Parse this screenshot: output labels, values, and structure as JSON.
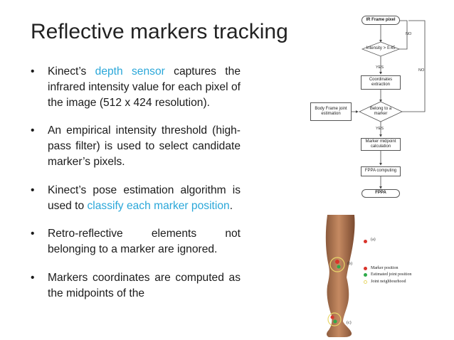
{
  "slide": {
    "title": "Reflective markers tracking"
  },
  "bullets": [
    {
      "parts": [
        {
          "text": "Kinect’s ",
          "highlight": false
        },
        {
          "text": "depth sensor",
          "highlight": true
        },
        {
          "text": " captures the infrared intensity value for each pixel of the image (512 x 424 resolution).",
          "highlight": false
        }
      ]
    },
    {
      "parts": [
        {
          "text": "An empirical intensity threshold (high-pass filter) is used to select candidate marker’s pixels.",
          "highlight": false
        }
      ]
    },
    {
      "parts": [
        {
          "text": "Kinect’s pose estimation algorithm is used to ",
          "highlight": false
        },
        {
          "text": "classify each marker position",
          "highlight": true
        },
        {
          "text": ".",
          "highlight": false
        }
      ]
    },
    {
      "parts": [
        {
          "text": "Retro-reflective elements not belonging to a marker are ignored.",
          "highlight": false
        }
      ]
    },
    {
      "parts": [
        {
          "text": "Markers coordinates are computed as the midpoints of the",
          "highlight": false
        }
      ]
    }
  ],
  "bullet_symbol": "•",
  "flowchart": {
    "start": "IR Frame pixel",
    "decision1": "Intensity > 0.45",
    "yes1": "YES",
    "no1": "NO",
    "no2": "NO",
    "step_coordinates": "Coordinates extraction",
    "side_input": "Body Frame joint estimation",
    "decision2": "Belong to a marker",
    "yes2": "YES",
    "step_midpoint": "Marker midpoint calculation",
    "step_fppa": "FPPA computing",
    "end": "FPPA"
  },
  "figure": {
    "legend": [
      {
        "text": "Marker position",
        "color": "#d9342b"
      },
      {
        "text": "Estimated joint position",
        "color": "#2eaa4a"
      },
      {
        "text": "Joint neighbourhood",
        "color": "#e8d76a"
      }
    ],
    "panel_a": "(a)",
    "panel_b": "(b)",
    "panel_c": "(c)"
  }
}
